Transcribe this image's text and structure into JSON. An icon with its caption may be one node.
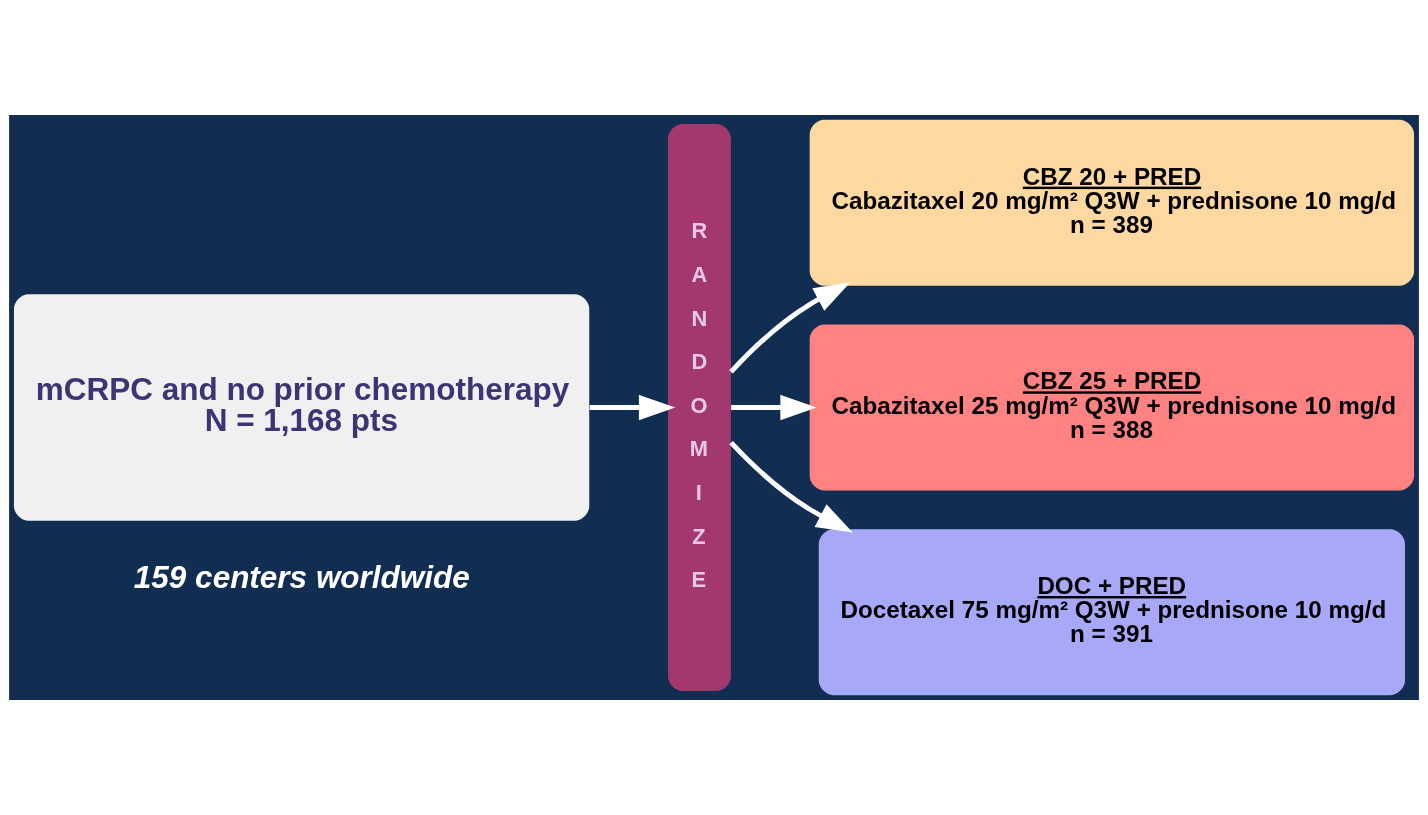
{
  "diagram": {
    "nodes": [
      {
        "text": [
          "mCRPC and no prior chemotherapy",
          "N = 1,168 pts"
        ],
        "beside": [
          "159 centers worldwide"
        ]
      },
      {
        "text": [
          "RANDOMIZE"
        ]
      },
      {
        "text": [
          "CBZ 20 + PRED",
          "Cabazitaxel 20 mg/m² Q3W + prednisone 10 mg/d",
          "n = 389"
        ]
      },
      {
        "text": [
          "CBZ 25 + PRED",
          "Cabazitaxel 25 mg/m² Q3W + prednisone 10 mg/d",
          "n = 388"
        ]
      },
      {
        "text": [
          "DOC + PRED",
          "Docetaxel 75 mg/m² Q3W + prednisone 10 mg/d",
          "n = 391"
        ]
      }
    ],
    "edges": [
      {
        "from": 0,
        "to": 1,
        "arrow": "to"
      },
      {
        "from": 1,
        "to": 2,
        "arrow": "to"
      },
      {
        "from": 1,
        "to": 3,
        "arrow": "to"
      },
      {
        "from": 1,
        "to": 4,
        "arrow": "to"
      }
    ]
  }
}
